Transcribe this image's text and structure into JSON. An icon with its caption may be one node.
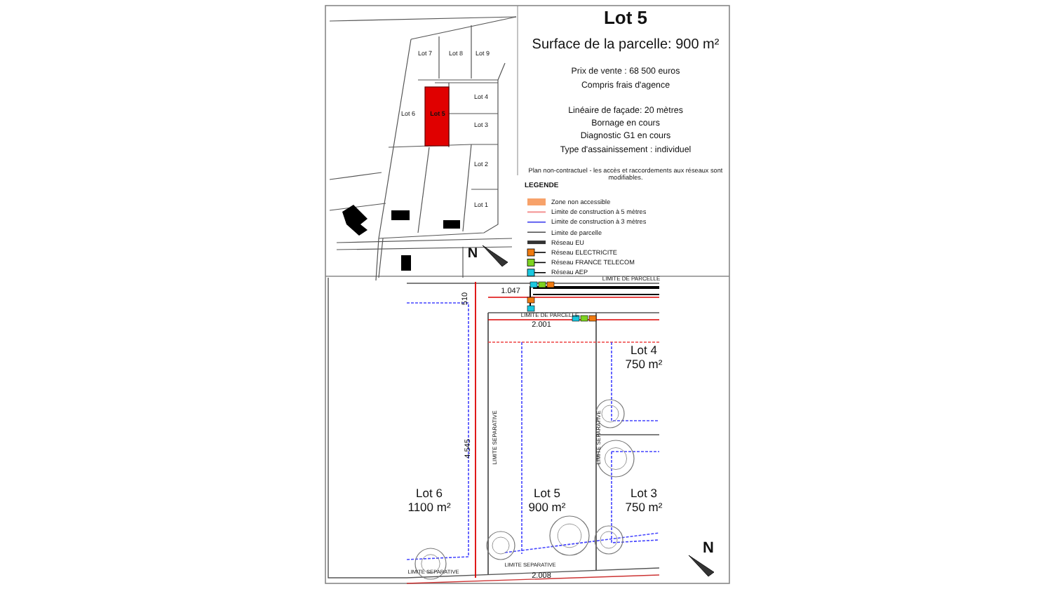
{
  "diagram": {
    "title": "Lot 5",
    "labels": [
      "Lot 7",
      "Lot 8",
      "Lot 9",
      "Lot 6",
      "Lot 5",
      "Lot 4",
      "Lot 3",
      "Lot 2",
      "Lot 1",
      "N",
      "Surface de la parcelle: 900 m²",
      "Prix de vente : 68 500 euros",
      "Compris frais d'agence",
      "Linéaire de façade: 20 mètres",
      "Bornage en cours",
      "Diagnostic G1 en cours",
      "Type d'assainissement : individuel",
      "Plan non-contractuel - les accès et raccordements aux réseaux sont modifiables.",
      "LEGENDE",
      "510",
      "1.047",
      "LIMITE DE PARCELLE",
      "LIMITE DE PARCELLE",
      "2.001",
      "4.545",
      "LIMITE SEPARATIVE",
      "LIMITE SEPARATIVE",
      "Lot 4",
      "750 m²",
      "Lot 6",
      "1100 m²",
      "Lot 5",
      "900 m²",
      "Lot 3",
      "750 m²",
      "LIMITE SEPARATIVE",
      "LIMITE SEPARATIVE",
      "2.008",
      "N"
    ],
    "legend": [
      {
        "text": "Zone non accessible",
        "color": "#f7a26a"
      },
      {
        "text": "Limite de construction à 5 mètres"
      },
      {
        "text": "Limite de construction à 3 mètres"
      },
      {
        "text": "Limite de parcelle"
      },
      {
        "text": "Réseau EU"
      },
      {
        "text": "Réseau ELECTRICITE"
      },
      {
        "text": "Réseau FRANCE TELECOM"
      },
      {
        "text": "Réseau AEP"
      }
    ]
  }
}
